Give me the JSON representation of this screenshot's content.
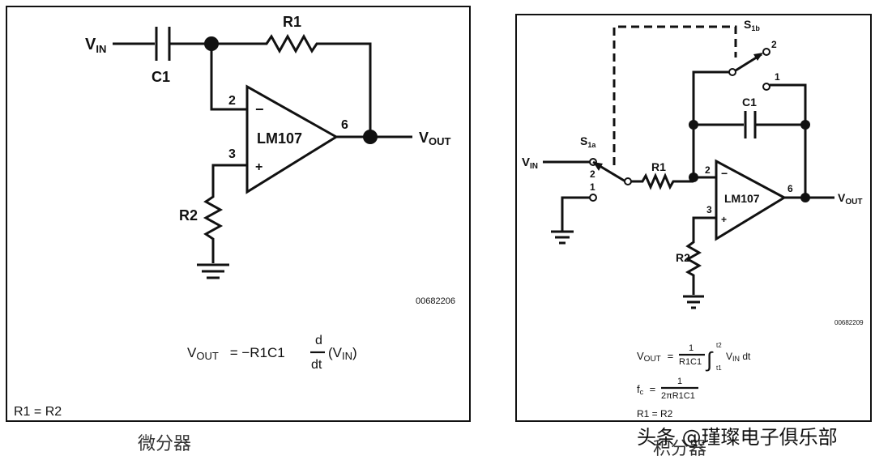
{
  "left_panel": {
    "vin": "V",
    "vin_sub": "IN",
    "c1": "C1",
    "r1": "R1",
    "r2": "R2",
    "pin_inv": "2",
    "pin_noninv": "3",
    "pin_out": "6",
    "minus": "−",
    "plus": "+",
    "opamp": "LM107",
    "vout": "V",
    "vout_sub": "OUT",
    "code": "00682206",
    "eq_lhs_v": "V",
    "eq_lhs_sub": "OUT",
    "eq_mid": " = −R1C1",
    "eq_num": "d",
    "eq_den": "dt",
    "eq_rhs_v": "(V",
    "eq_rhs_sub": "IN",
    "eq_rhs_close": ")",
    "r_equal": "R1 = R2"
  },
  "right_panel": {
    "vin": "V",
    "vin_sub": "IN",
    "s1a": "S",
    "s1a_sub": "1a",
    "s1b": "S",
    "s1b_sub": "1b",
    "sw_pos2": "2",
    "sw_pos1": "1",
    "r1": "R1",
    "c1": "C1",
    "r2": "R2",
    "pin_inv": "2",
    "pin_noninv": "3",
    "pin_out": "6",
    "minus": "−",
    "plus": "+",
    "opamp": "LM107",
    "vout": "V",
    "vout_sub": "OUT",
    "code": "00682209",
    "eq1_lhs": "V",
    "eq1_lhs_sub": "OUT",
    "eq1_eq": " = ",
    "eq1_num": "1",
    "eq1_den": "R1C1",
    "eq1_upper": "t2",
    "eq1_lower": "t1",
    "eq1_body": "V",
    "eq1_body_sub": "IN",
    "eq1_dt": " dt",
    "eq2_lhs": "f",
    "eq2_lhs_sub": "c",
    "eq2_eq": " = ",
    "eq2_num": "1",
    "eq2_den": "2πR1C1",
    "r_equal": "R1 = R2"
  },
  "captions": {
    "left": "微分器",
    "right": "积分器"
  },
  "watermark": "头条 @瑾璨电子俱乐部"
}
